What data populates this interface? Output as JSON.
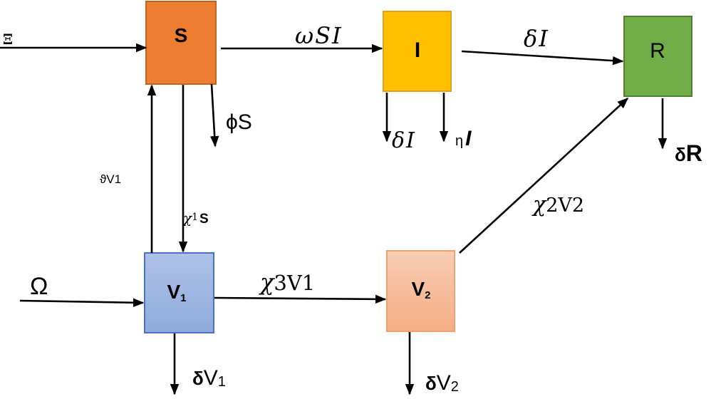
{
  "compartments": {
    "S": {
      "label": "S",
      "fill": "#ED7D31",
      "border": "#C0651F",
      "label_color": "#FFFFFF"
    },
    "I": {
      "label": "I",
      "fill": "#FFC000",
      "border": "#DDA21E",
      "label_color": "#FFFFFF"
    },
    "R": {
      "label": "R",
      "fill": "#70AD47",
      "border": "#507E32",
      "label_color": "#FFFFFF"
    },
    "V1": {
      "label": "V",
      "subscript": "1",
      "fill_top": "#AEC2E8",
      "fill": "#8FAADC",
      "border": "#4A72C4",
      "label_color": "#000000"
    },
    "V2": {
      "label": "V",
      "subscript": "2",
      "fill_top": "#F9CDB3",
      "fill": "#F4AE86",
      "border": "#F2A06C",
      "label_color": "#000000"
    }
  },
  "flows": {
    "recruitment_S": {
      "label": "Ξ"
    },
    "S_to_I": {
      "label": "ωSI"
    },
    "I_to_R": {
      "label": "δI"
    },
    "S_removal": {
      "label": "ϕS"
    },
    "I_natural_death": {
      "label": "δI"
    },
    "I_disease_death": {
      "symbol": "η",
      "variable": "I"
    },
    "R_death": {
      "symbol": "δ",
      "variable": "R"
    },
    "V1_to_S": {
      "label": "ϑV1"
    },
    "S_to_V1": {
      "symbol": "χ",
      "index": "1",
      "variable": "S"
    },
    "recruitment_V1": {
      "label": "Ω"
    },
    "V1_to_V2": {
      "symbol": "χ",
      "term": "3V1"
    },
    "V2_to_R": {
      "symbol": "χ",
      "term": "2V2"
    },
    "V1_death": {
      "symbol": "δ",
      "variable": "V",
      "subscript": "1"
    },
    "V2_death": {
      "symbol": "δ",
      "variable": "V",
      "subscript": "2"
    }
  }
}
